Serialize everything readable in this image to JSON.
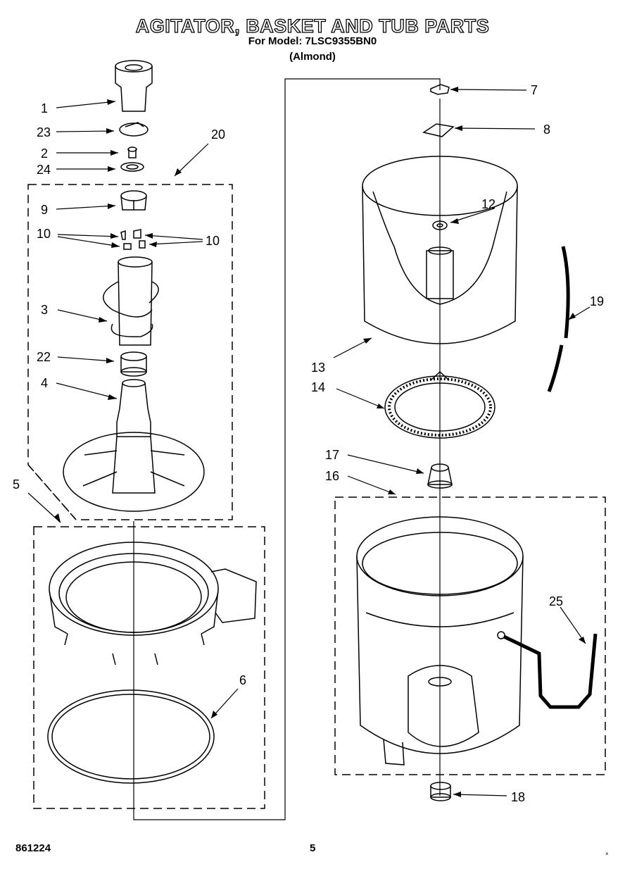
{
  "header": {
    "title": "AGITATOR, BASKET AND TUB PARTS",
    "subtitle": "For Model: 7LSC9355BN0",
    "color": "(Almond)"
  },
  "callouts": [
    "1",
    "23",
    "2",
    "24",
    "20",
    "9",
    "10",
    "10",
    "3",
    "22",
    "4",
    "5",
    "6",
    "7",
    "8",
    "12",
    "19",
    "13",
    "14",
    "17",
    "16",
    "25",
    "18"
  ],
  "footer": {
    "code": "861224",
    "page": "5",
    "mark": "×"
  }
}
